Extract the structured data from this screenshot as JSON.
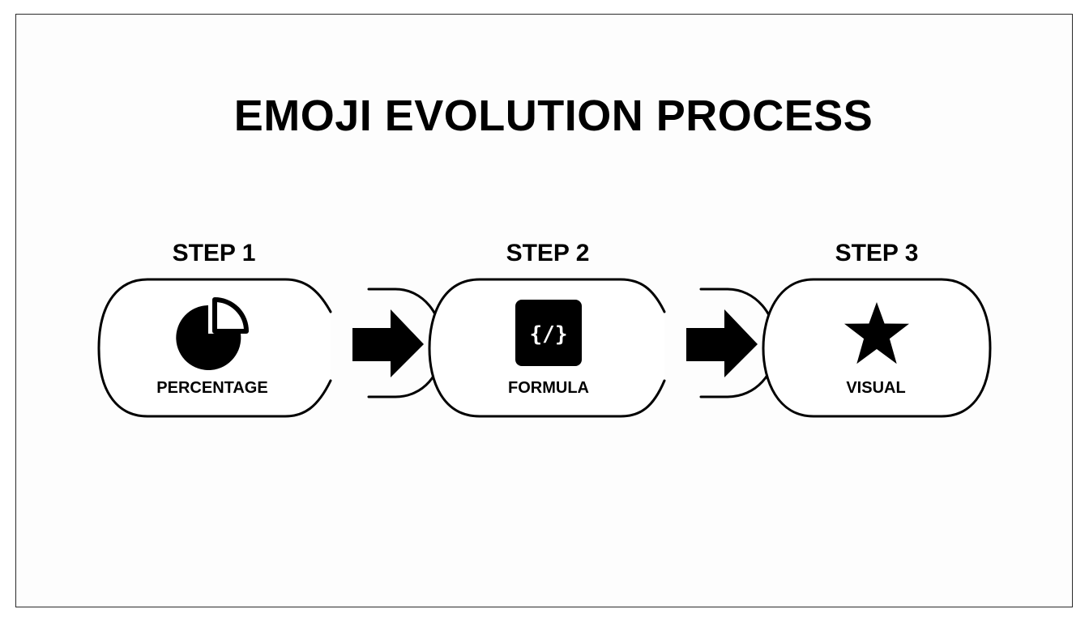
{
  "title": "EMOJI EVOLUTION PROCESS",
  "steps": [
    {
      "label": "STEP 1",
      "name": "PERCENTAGE",
      "icon": "pie-chart-icon"
    },
    {
      "label": "STEP 2",
      "name": "FORMULA",
      "icon": "code-icon",
      "icon_text": "{/}"
    },
    {
      "label": "STEP 3",
      "name": "VISUAL",
      "icon": "star-icon"
    }
  ],
  "colors": {
    "ink": "#000000",
    "background": "#ffffff",
    "frame": "#2a2a2a"
  }
}
